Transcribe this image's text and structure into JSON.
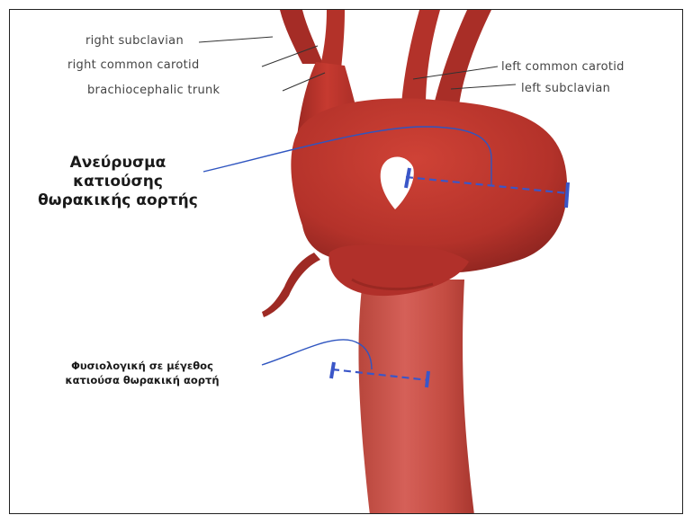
{
  "labels": {
    "right_subclavian": "right subclavian",
    "right_common_carotid": "right common carotid",
    "brachiocephalic_trunk": "brachiocephalic trunk",
    "left_common_carotid": "left common carotid",
    "left_subclavian": "left subclavian"
  },
  "callouts": {
    "aneurysm_line1": "Ανεύρυσμα",
    "aneurysm_line2": "κατιούσης",
    "aneurysm_line3": "θωρακικής αορτής",
    "normal_line1": "Φυσιολογική σε μέγεθος",
    "normal_line2": "κατιούσα θωρακική αορτή"
  },
  "colors": {
    "vessel": "#b8332b",
    "vessel_dark": "#8e2420",
    "vessel_light": "#d9554a",
    "measure": "#3a56c8",
    "leader": "#2f55c0"
  }
}
